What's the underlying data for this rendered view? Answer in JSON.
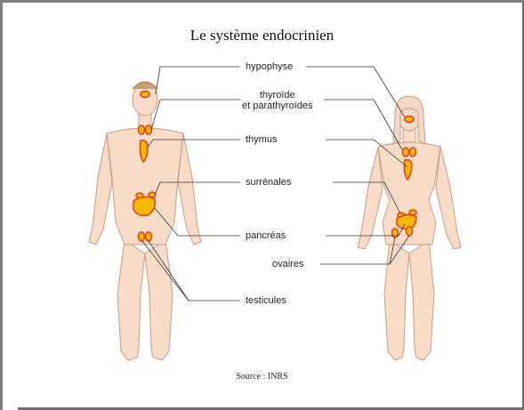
{
  "title": "Le système endocrinien",
  "source": "Source : INRS",
  "labels": {
    "hypophyse": "hypophyse",
    "thyroide_line1": "thyroïde",
    "thyroide_line2": "et parathyroïdes",
    "thymus": "thymus",
    "surrenales": "surrénales",
    "pancreas": "pancréas",
    "ovaires": "ovaires",
    "testicules": "testicules"
  },
  "colors": {
    "skin": "#f8dcc8",
    "skin_outline": "#c99a82",
    "gland_fill": "#f5b800",
    "gland_stroke": "#e03c1c"
  }
}
